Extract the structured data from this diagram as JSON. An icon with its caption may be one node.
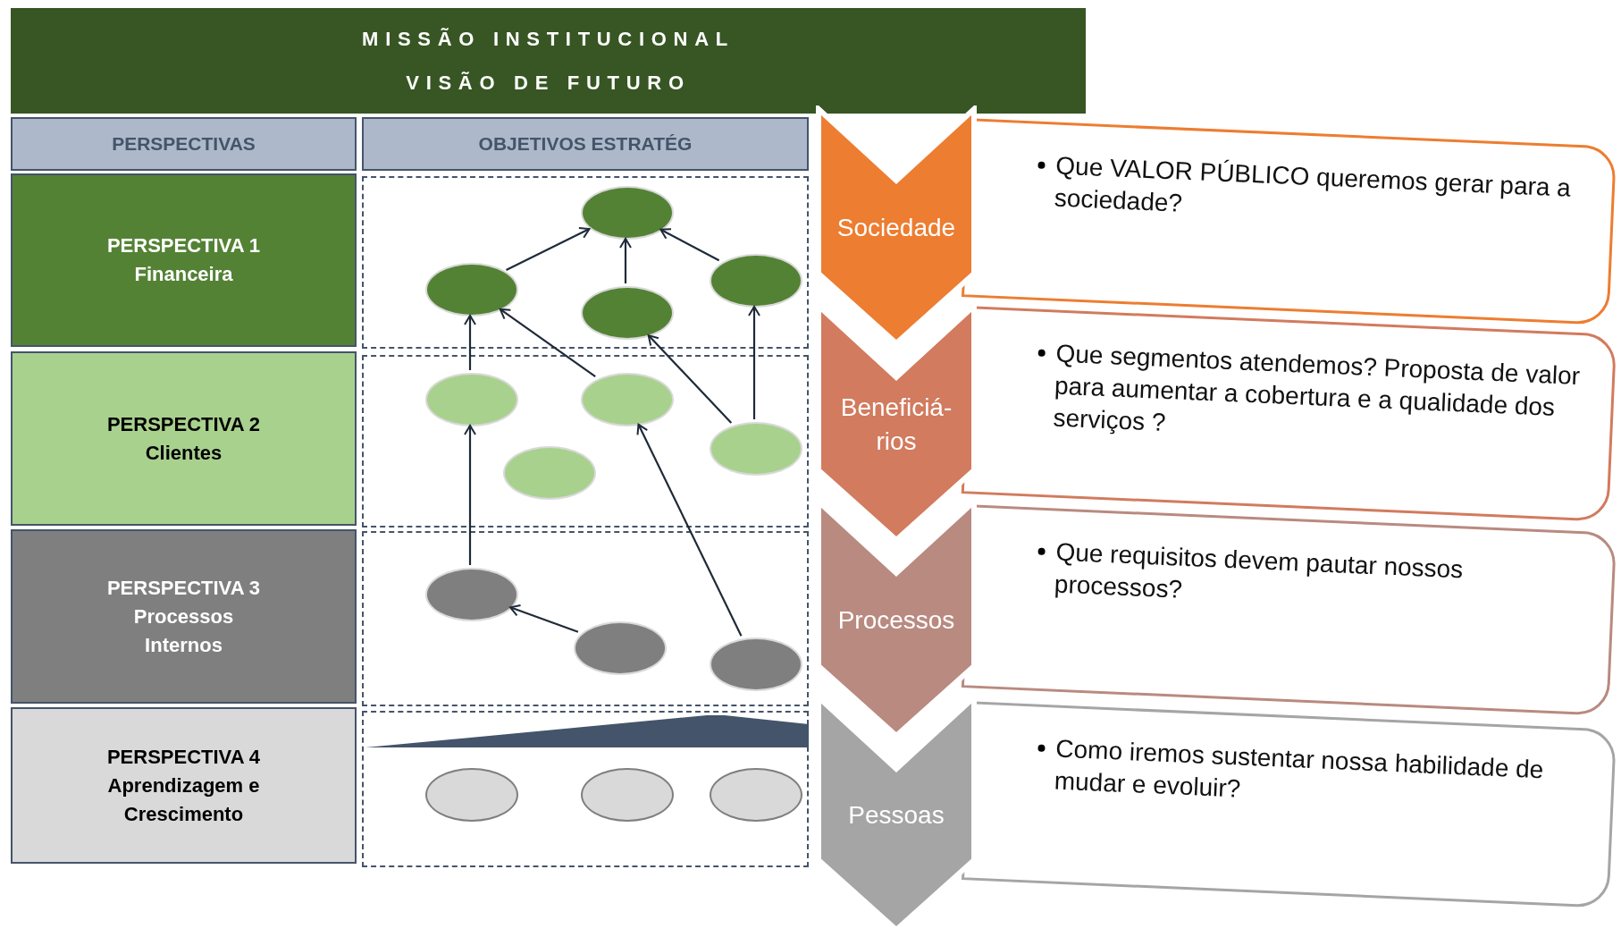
{
  "diagram": {
    "nodes": [
      {
        "text": [
          "MISSÃO INSTITUCIONAL",
          "VISÃO DE FUTURO"
        ]
      },
      {
        "text": [
          "PERSPECTIVAS"
        ]
      },
      {
        "text": [
          "OBJETIVOS ESTRATÉG"
        ]
      },
      {
        "text": [
          "PERSPECTIVA 1",
          "Financeira"
        ]
      },
      {
        "text": [],
        "shape": "box"
      },
      {
        "text": [],
        "shape": "ellipse",
        "in": 4
      },
      {
        "text": [],
        "shape": "ellipse",
        "in": 4
      },
      {
        "text": [],
        "shape": "ellipse",
        "in": 4
      },
      {
        "text": [],
        "shape": "ellipse",
        "in": 4
      },
      {
        "text": [
          "PERSPECTIVA 2",
          "Clientes"
        ]
      },
      {
        "text": [],
        "shape": "box"
      },
      {
        "text": [],
        "shape": "ellipse",
        "in": 10
      },
      {
        "text": [],
        "shape": "ellipse",
        "in": 10
      },
      {
        "text": [],
        "shape": "ellipse",
        "in": 10
      },
      {
        "text": [],
        "shape": "ellipse",
        "in": 10
      },
      {
        "text": [
          "PERSPECTIVA 3",
          "Processos Internos"
        ]
      },
      {
        "text": [],
        "shape": "box"
      },
      {
        "text": [],
        "shape": "ellipse",
        "in": 16
      },
      {
        "text": [],
        "shape": "ellipse",
        "in": 16
      },
      {
        "text": [],
        "shape": "ellipse",
        "in": 16
      },
      {
        "text": [
          "PERSPECTIVA 4",
          "Aprendizagem e Crescimento"
        ]
      },
      {
        "text": [],
        "shape": "box"
      },
      {
        "text": [],
        "shape": "triangle",
        "in": 21
      },
      {
        "text": [],
        "shape": "ellipse",
        "in": 21
      },
      {
        "text": [],
        "shape": "ellipse",
        "in": 21
      },
      {
        "text": [],
        "shape": "ellipse",
        "in": 21
      },
      {
        "text": [
          "Sociedade"
        ]
      },
      {
        "text": [
          "Que VALOR PÚBLICO queremos gerar para a sociedade?"
        ]
      },
      {
        "text": [
          "Beneficiá- rios"
        ]
      },
      {
        "text": [
          "Que segmentos atendemos? Proposta de valor para aumentar a cobertura e a qualidade dos serviços ?"
        ]
      },
      {
        "text": [
          "Processos"
        ]
      },
      {
        "text": [
          "Que requisitos devem pautar nossos processos?"
        ]
      },
      {
        "text": [
          "Pessoas"
        ]
      },
      {
        "text": [
          "Como iremos sustentar nossa habilidade de mudar e evoluir?"
        ]
      }
    ],
    "edges": [
      {
        "from": 6,
        "to": 5,
        "arrow": "to"
      },
      {
        "from": 7,
        "to": 5,
        "arrow": "to"
      },
      {
        "from": 8,
        "to": 5,
        "arrow": "to"
      },
      {
        "from": 11,
        "to": 6,
        "arrow": "to"
      },
      {
        "from": 12,
        "to": 6,
        "arrow": "to"
      },
      {
        "from": 14,
        "to": 7,
        "arrow": "to"
      },
      {
        "from": 14,
        "to": 8,
        "arrow": "to"
      },
      {
        "from": 17,
        "to": 11,
        "arrow": "to"
      },
      {
        "from": 19,
        "to": 12,
        "arrow": "to"
      },
      {
        "from": 18,
        "to": 17,
        "arrow": "to"
      }
    ]
  }
}
